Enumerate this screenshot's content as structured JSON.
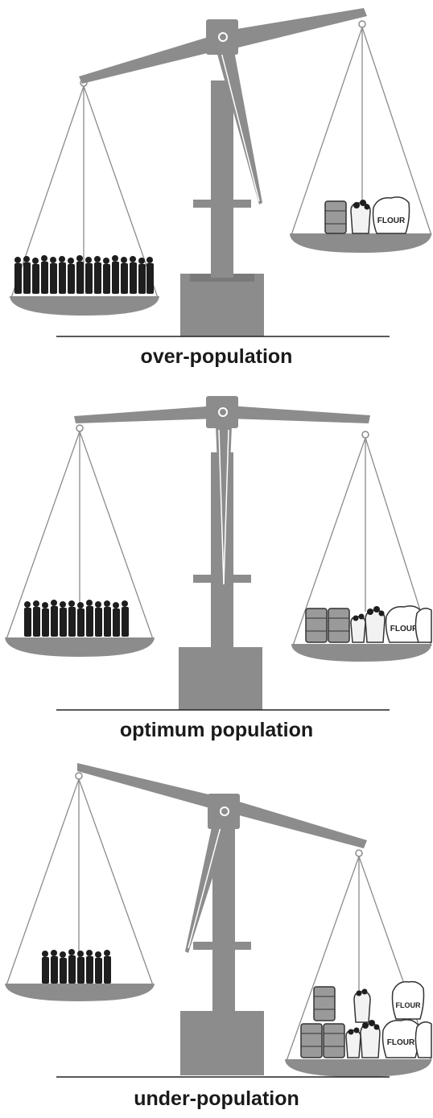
{
  "colors": {
    "metal": "#8c8c8c",
    "rope": "#8c8c8c",
    "people": "#1e1e1e",
    "ground": "#222222"
  },
  "panels": [
    {
      "caption": "over-population",
      "state": "people-side-heavier",
      "crowd_size": "large",
      "resources_amount": "small",
      "sack_label": "FLOUR"
    },
    {
      "caption": "optimum population",
      "state": "balanced",
      "crowd_size": "medium",
      "resources_amount": "medium",
      "sack_label": "FLOUR"
    },
    {
      "caption": "under-population",
      "state": "resources-side-heavier",
      "crowd_size": "small",
      "resources_amount": "large",
      "sack_label": "FLOUR"
    }
  ]
}
